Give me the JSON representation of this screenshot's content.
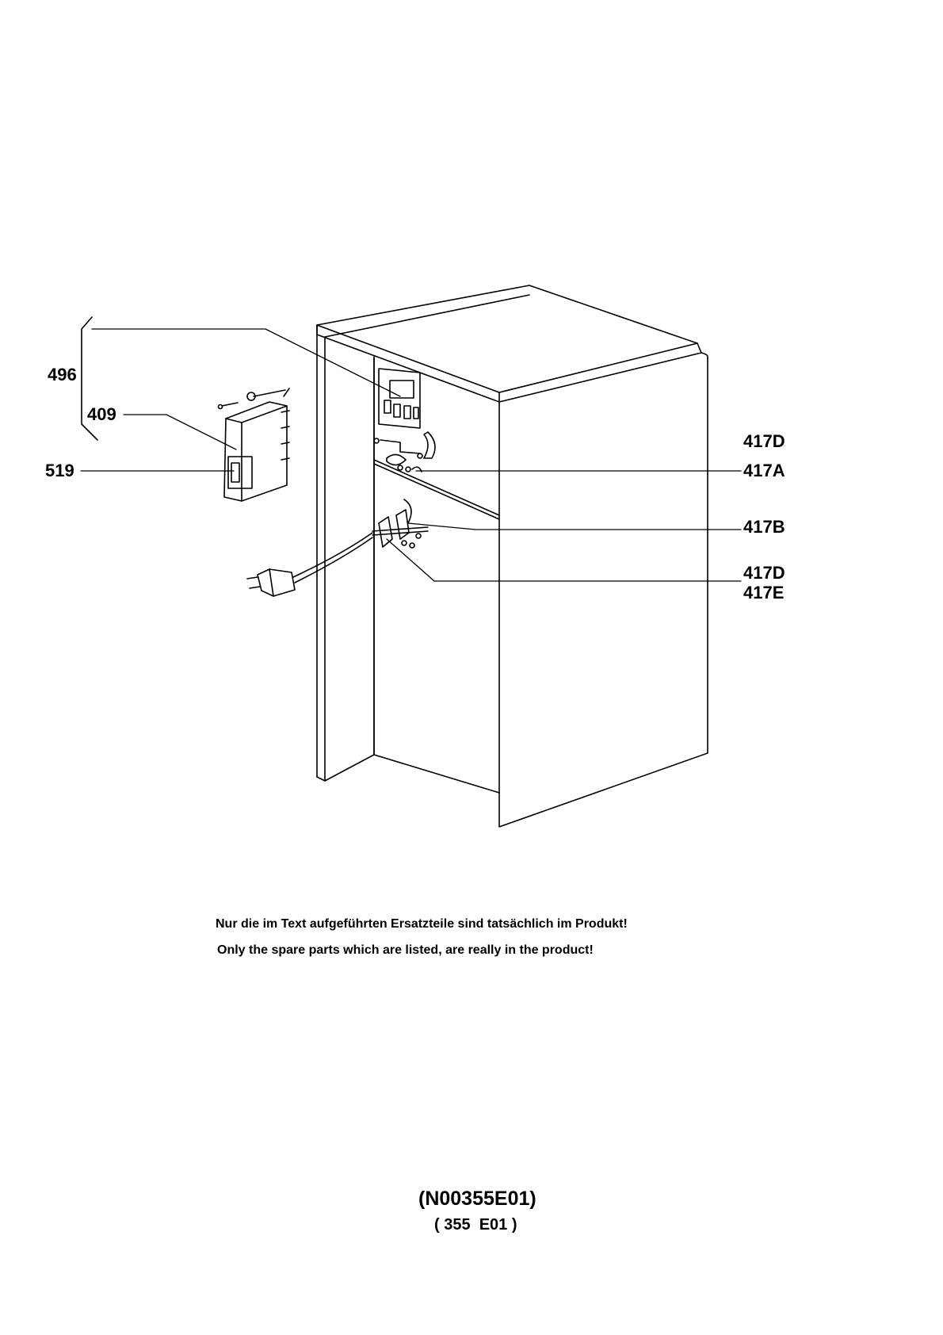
{
  "labels": {
    "p496": "496",
    "p409": "409",
    "p519": "519",
    "p417d_top": "417D",
    "p417a": "417A",
    "p417b": "417B",
    "p417d_bottom": "417D",
    "p417e": "417E"
  },
  "notes": {
    "german": "Nur die im Text aufgeführten Ersatzteile sind tatsächlich im Produkt!",
    "english": "Only the spare parts which are listed, are really in the product!"
  },
  "codes": {
    "drawing": "(N00355E01)",
    "short": "( 355  E01 )"
  }
}
